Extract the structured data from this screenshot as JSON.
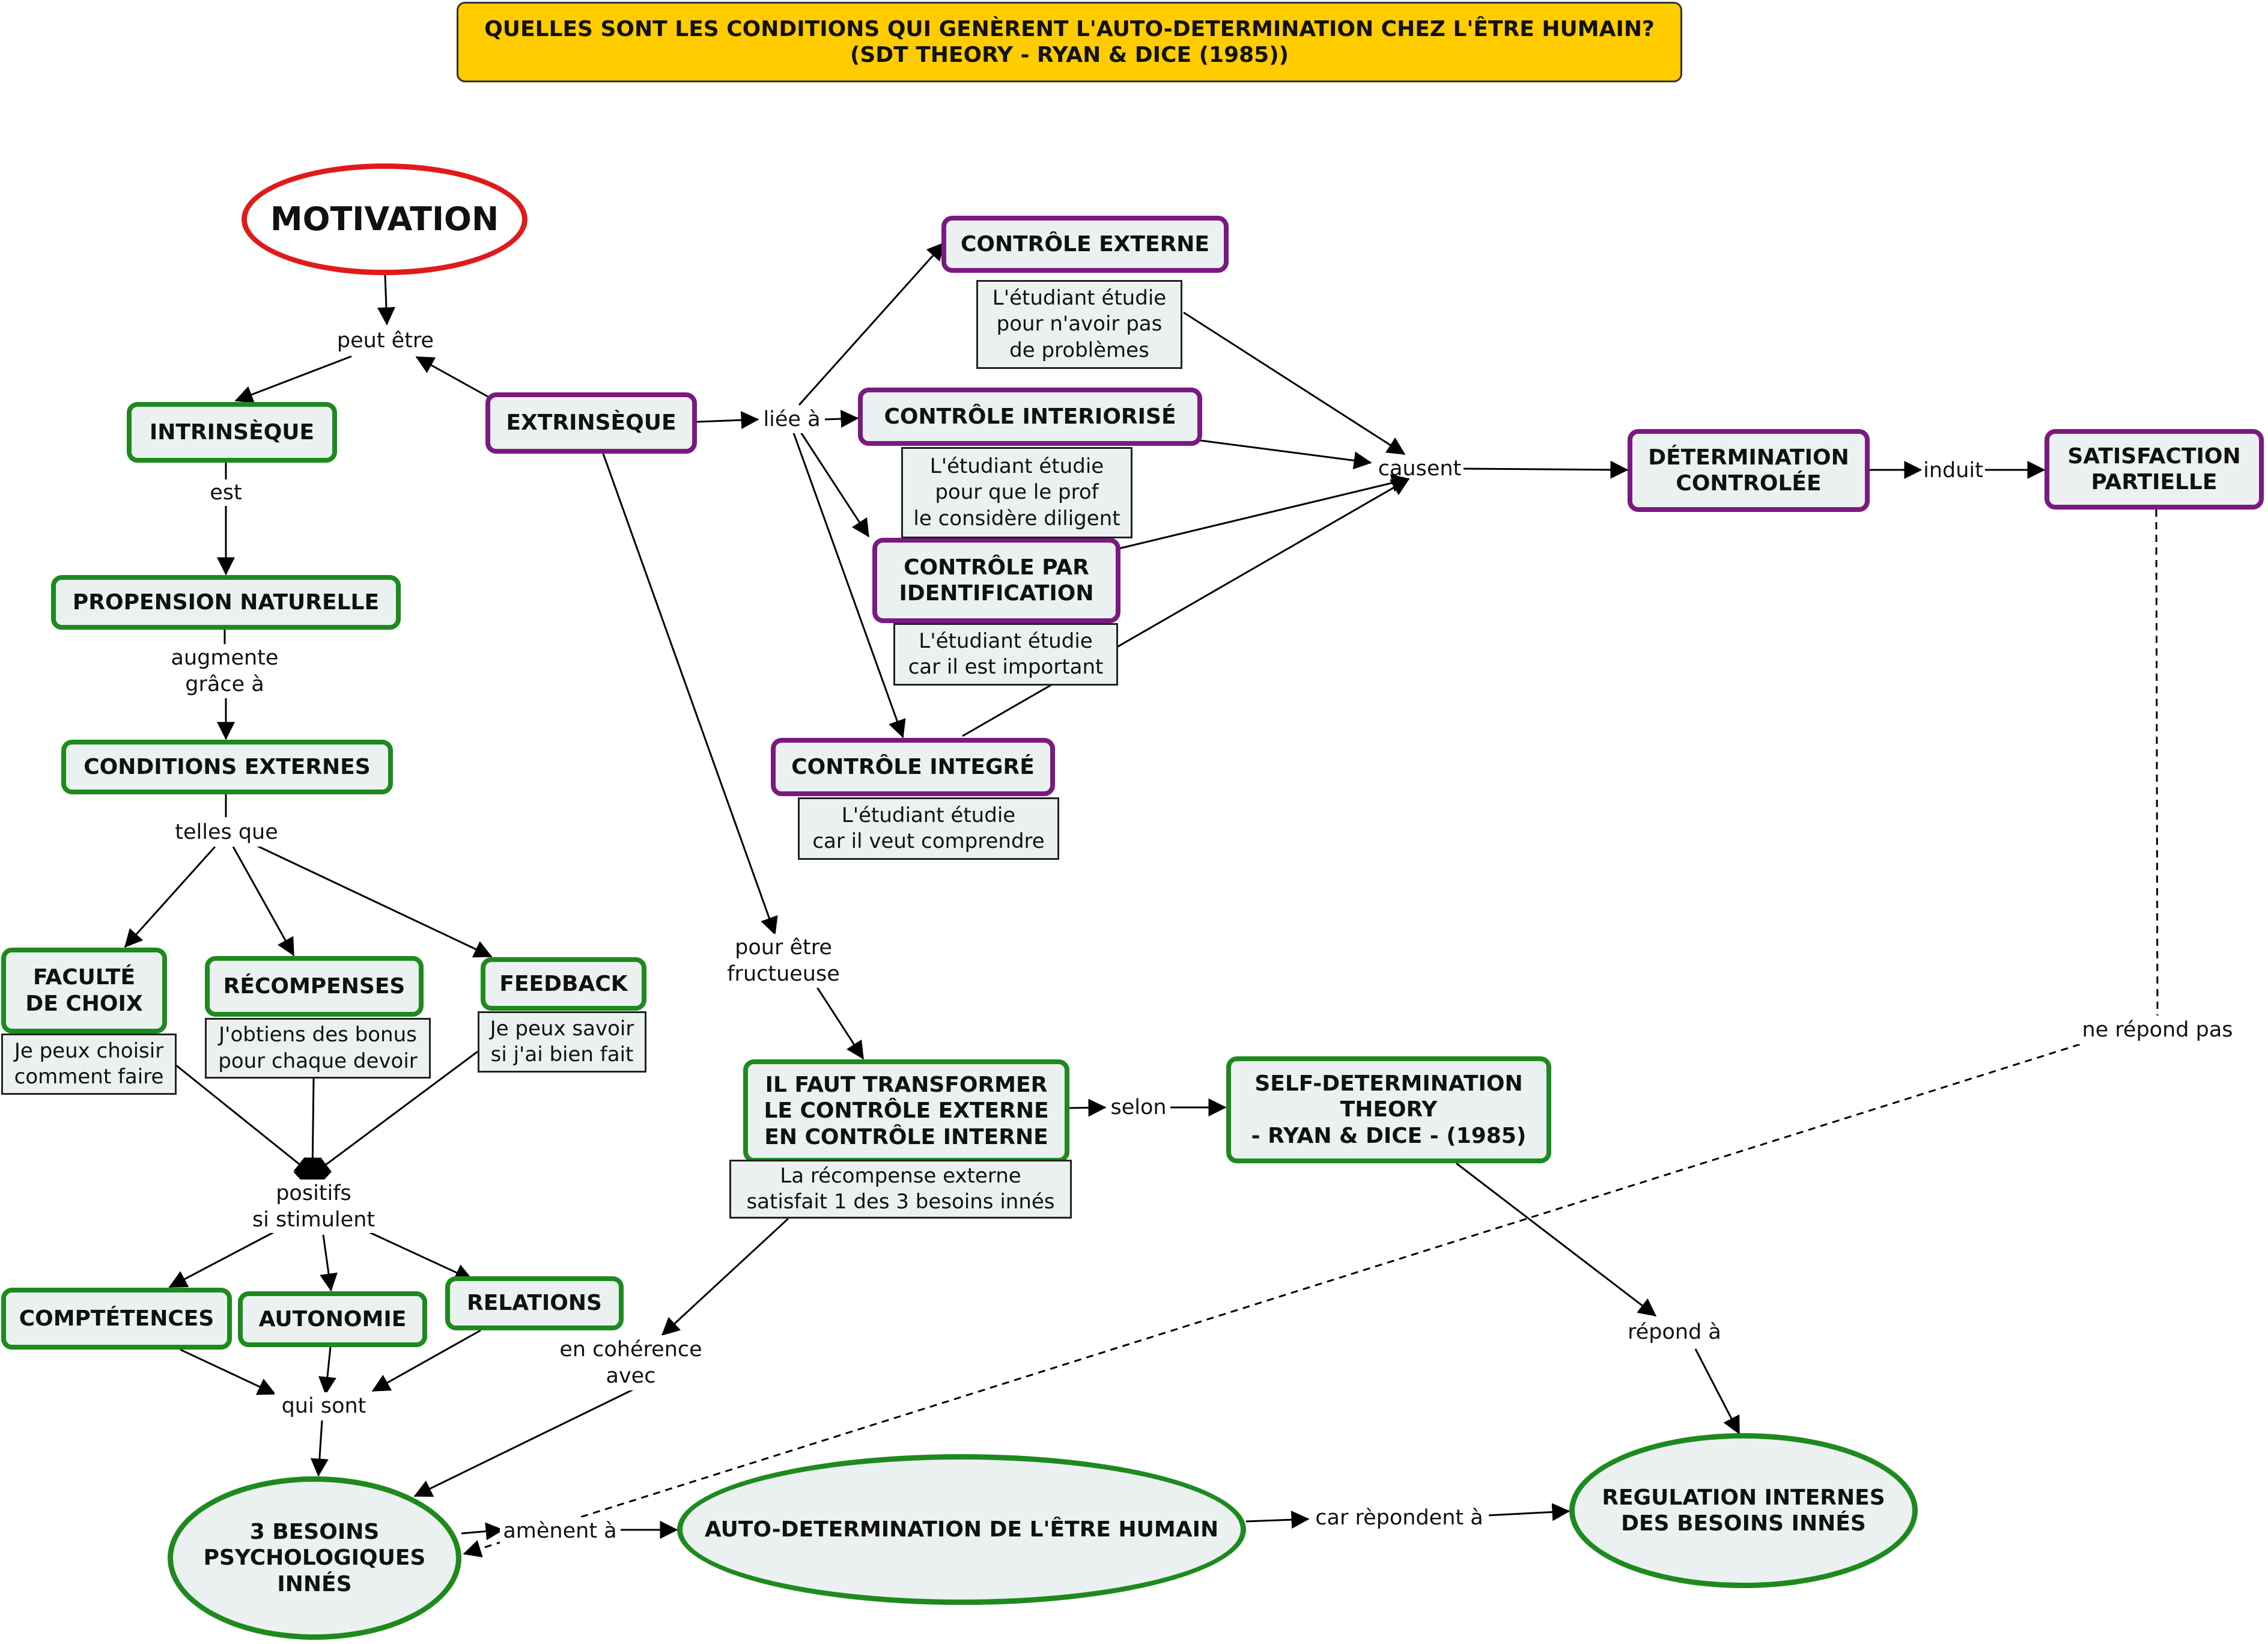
{
  "title": "QUELLES SONT LES CONDITIONS QUI GENÈRENT L'AUTO-DETERMINATION CHEZ L'ÊTRE HUMAIN?\n(SDT THEORY - RYAN & DICE (1985))",
  "nodes": {
    "motivation": "MOTIVATION",
    "intrinseque": "INTRINSÈQUE",
    "extrinseque": "EXTRINSÈQUE",
    "propension": "PROPENSION NATURELLE",
    "conditions": "CONDITIONS EXTERNES",
    "faculte": "FACULTÉ\nDE CHOIX",
    "recompenses": "RÉCOMPENSES",
    "feedback": "FEEDBACK",
    "competences": "COMPTÉTENCES",
    "autonomie": "AUTONOMIE",
    "relations": "RELATIONS",
    "besoins": "3 BESOINS\nPSYCHOLOGIQUES\nINNÉS",
    "auto_det": "AUTO-DETERMINATION DE L'ÊTRE HUMAIN",
    "regulation": "REGULATION INTERNES\nDES BESOINS INNÉS",
    "controle_externe": "CONTRÔLE EXTERNE",
    "controle_interiorise": "CONTRÔLE INTERIORISÉ",
    "controle_identification": "CONTRÔLE PAR\nIDENTIFICATION",
    "controle_integre": "CONTRÔLE INTEGRÉ",
    "determination": "DÉTERMINATION\nCONTROLÉE",
    "satisfaction": "SATISFACTION\nPARTIELLE",
    "transformer": "IL FAUT TRANSFORMER\nLE CONTRÔLE EXTERNE\nEN CONTRÔLE INTERNE",
    "sdt": "SELF-DETERMINATION\nTHEORY\n- RYAN & DICE - (1985)"
  },
  "notes": {
    "faculte": "Je peux choisir\ncomment faire",
    "recompenses": "J'obtiens des bonus\npour chaque devoir",
    "feedback": "Je peux savoir\nsi j'ai bien fait",
    "controle_externe": "L'étudiant étudie\npour n'avoir pas\nde problèmes",
    "controle_interiorise": "L'étudiant étudie\npour que le prof\nle considère diligent",
    "controle_identification": "L'étudiant étudie\ncar il est important",
    "controle_integre": "L'étudiant étudie\ncar il veut comprendre",
    "transformer": "La récompense externe\nsatisfait 1 des 3 besoins innés"
  },
  "labels": {
    "peut_etre": "peut être",
    "est": "est",
    "augmente": "augmente\ngrâce à",
    "telles_que": "telles que",
    "positifs": "positifs\nsi stimulent",
    "qui_sont": "qui sont",
    "amenent": "amènent à",
    "car_repondent": "car rèpondent à",
    "liee_a": "liée à",
    "causent": "causent",
    "induit": "induit",
    "pour_etre": "pour être\nfructueuse",
    "selon": "selon",
    "coherence": "en cohérence\navec",
    "repond": "répond à",
    "ne_repond": "ne répond pas"
  },
  "colors": {
    "title_fill": "#ffcc00",
    "green_border": "#1e8a1e",
    "purple_border": "#7a1a80",
    "red_border": "#e01a1a",
    "node_fill": "#ebf1f1"
  }
}
